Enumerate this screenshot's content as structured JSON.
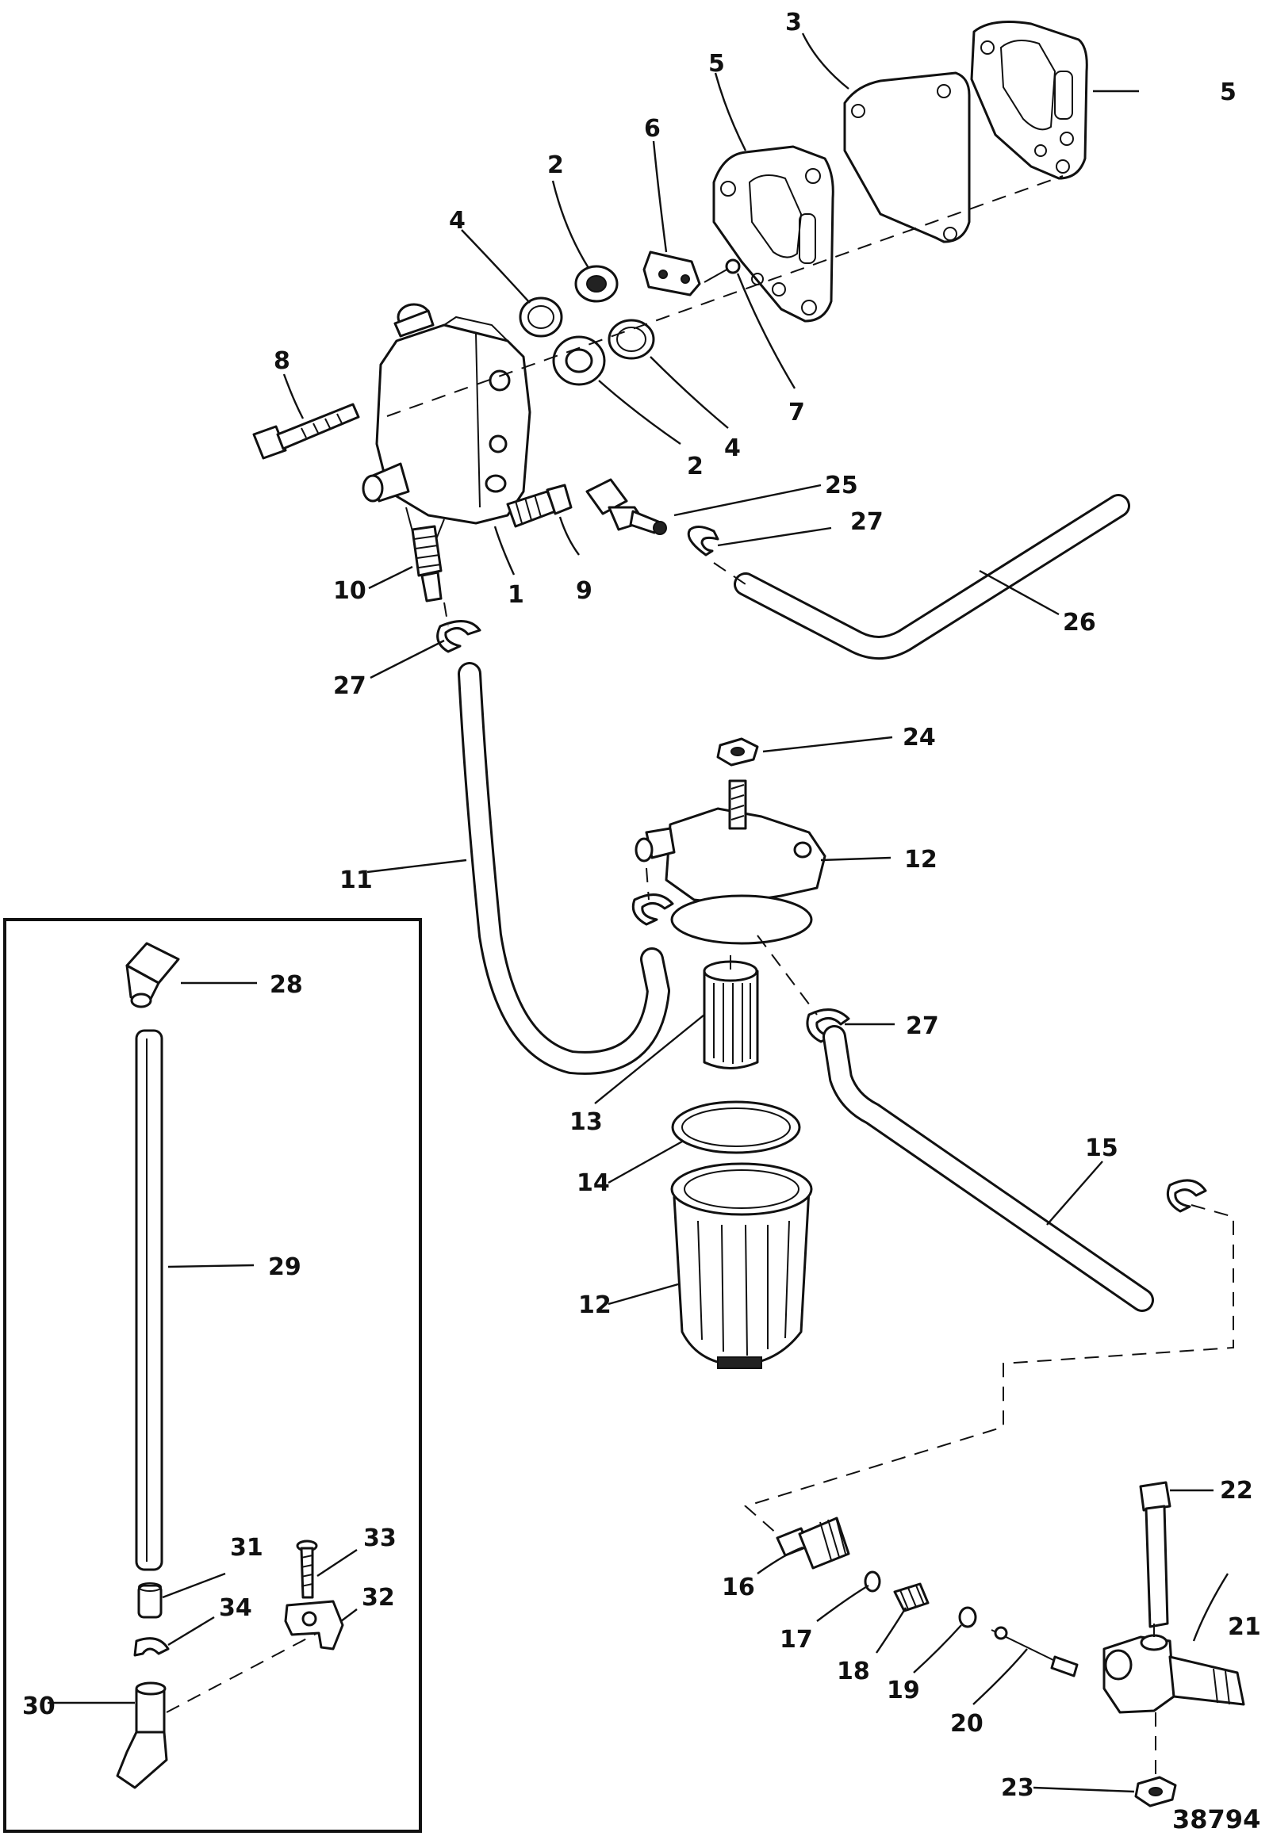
{
  "figure_number": "38794",
  "callouts": {
    "c1": "1",
    "c2a": "2",
    "c2b": "2",
    "c3": "3",
    "c4a": "4",
    "c4b": "4",
    "c5a": "5",
    "c5b": "5",
    "c6": "6",
    "c7": "7",
    "c8": "8",
    "c9": "9",
    "c10": "10",
    "c11": "11",
    "c12a": "12",
    "c12b": "12",
    "c13": "13",
    "c14": "14",
    "c15": "15",
    "c16": "16",
    "c17": "17",
    "c18": "18",
    "c19": "19",
    "c20": "20",
    "c21": "21",
    "c22": "22",
    "c23": "23",
    "c24": "24",
    "c25": "25",
    "c26": "26",
    "c27a": "27",
    "c27b": "27",
    "c27c": "27",
    "c28": "28",
    "c29": "29",
    "c30": "30",
    "c31": "31",
    "c32": "32",
    "c33": "33",
    "c34": "34"
  }
}
